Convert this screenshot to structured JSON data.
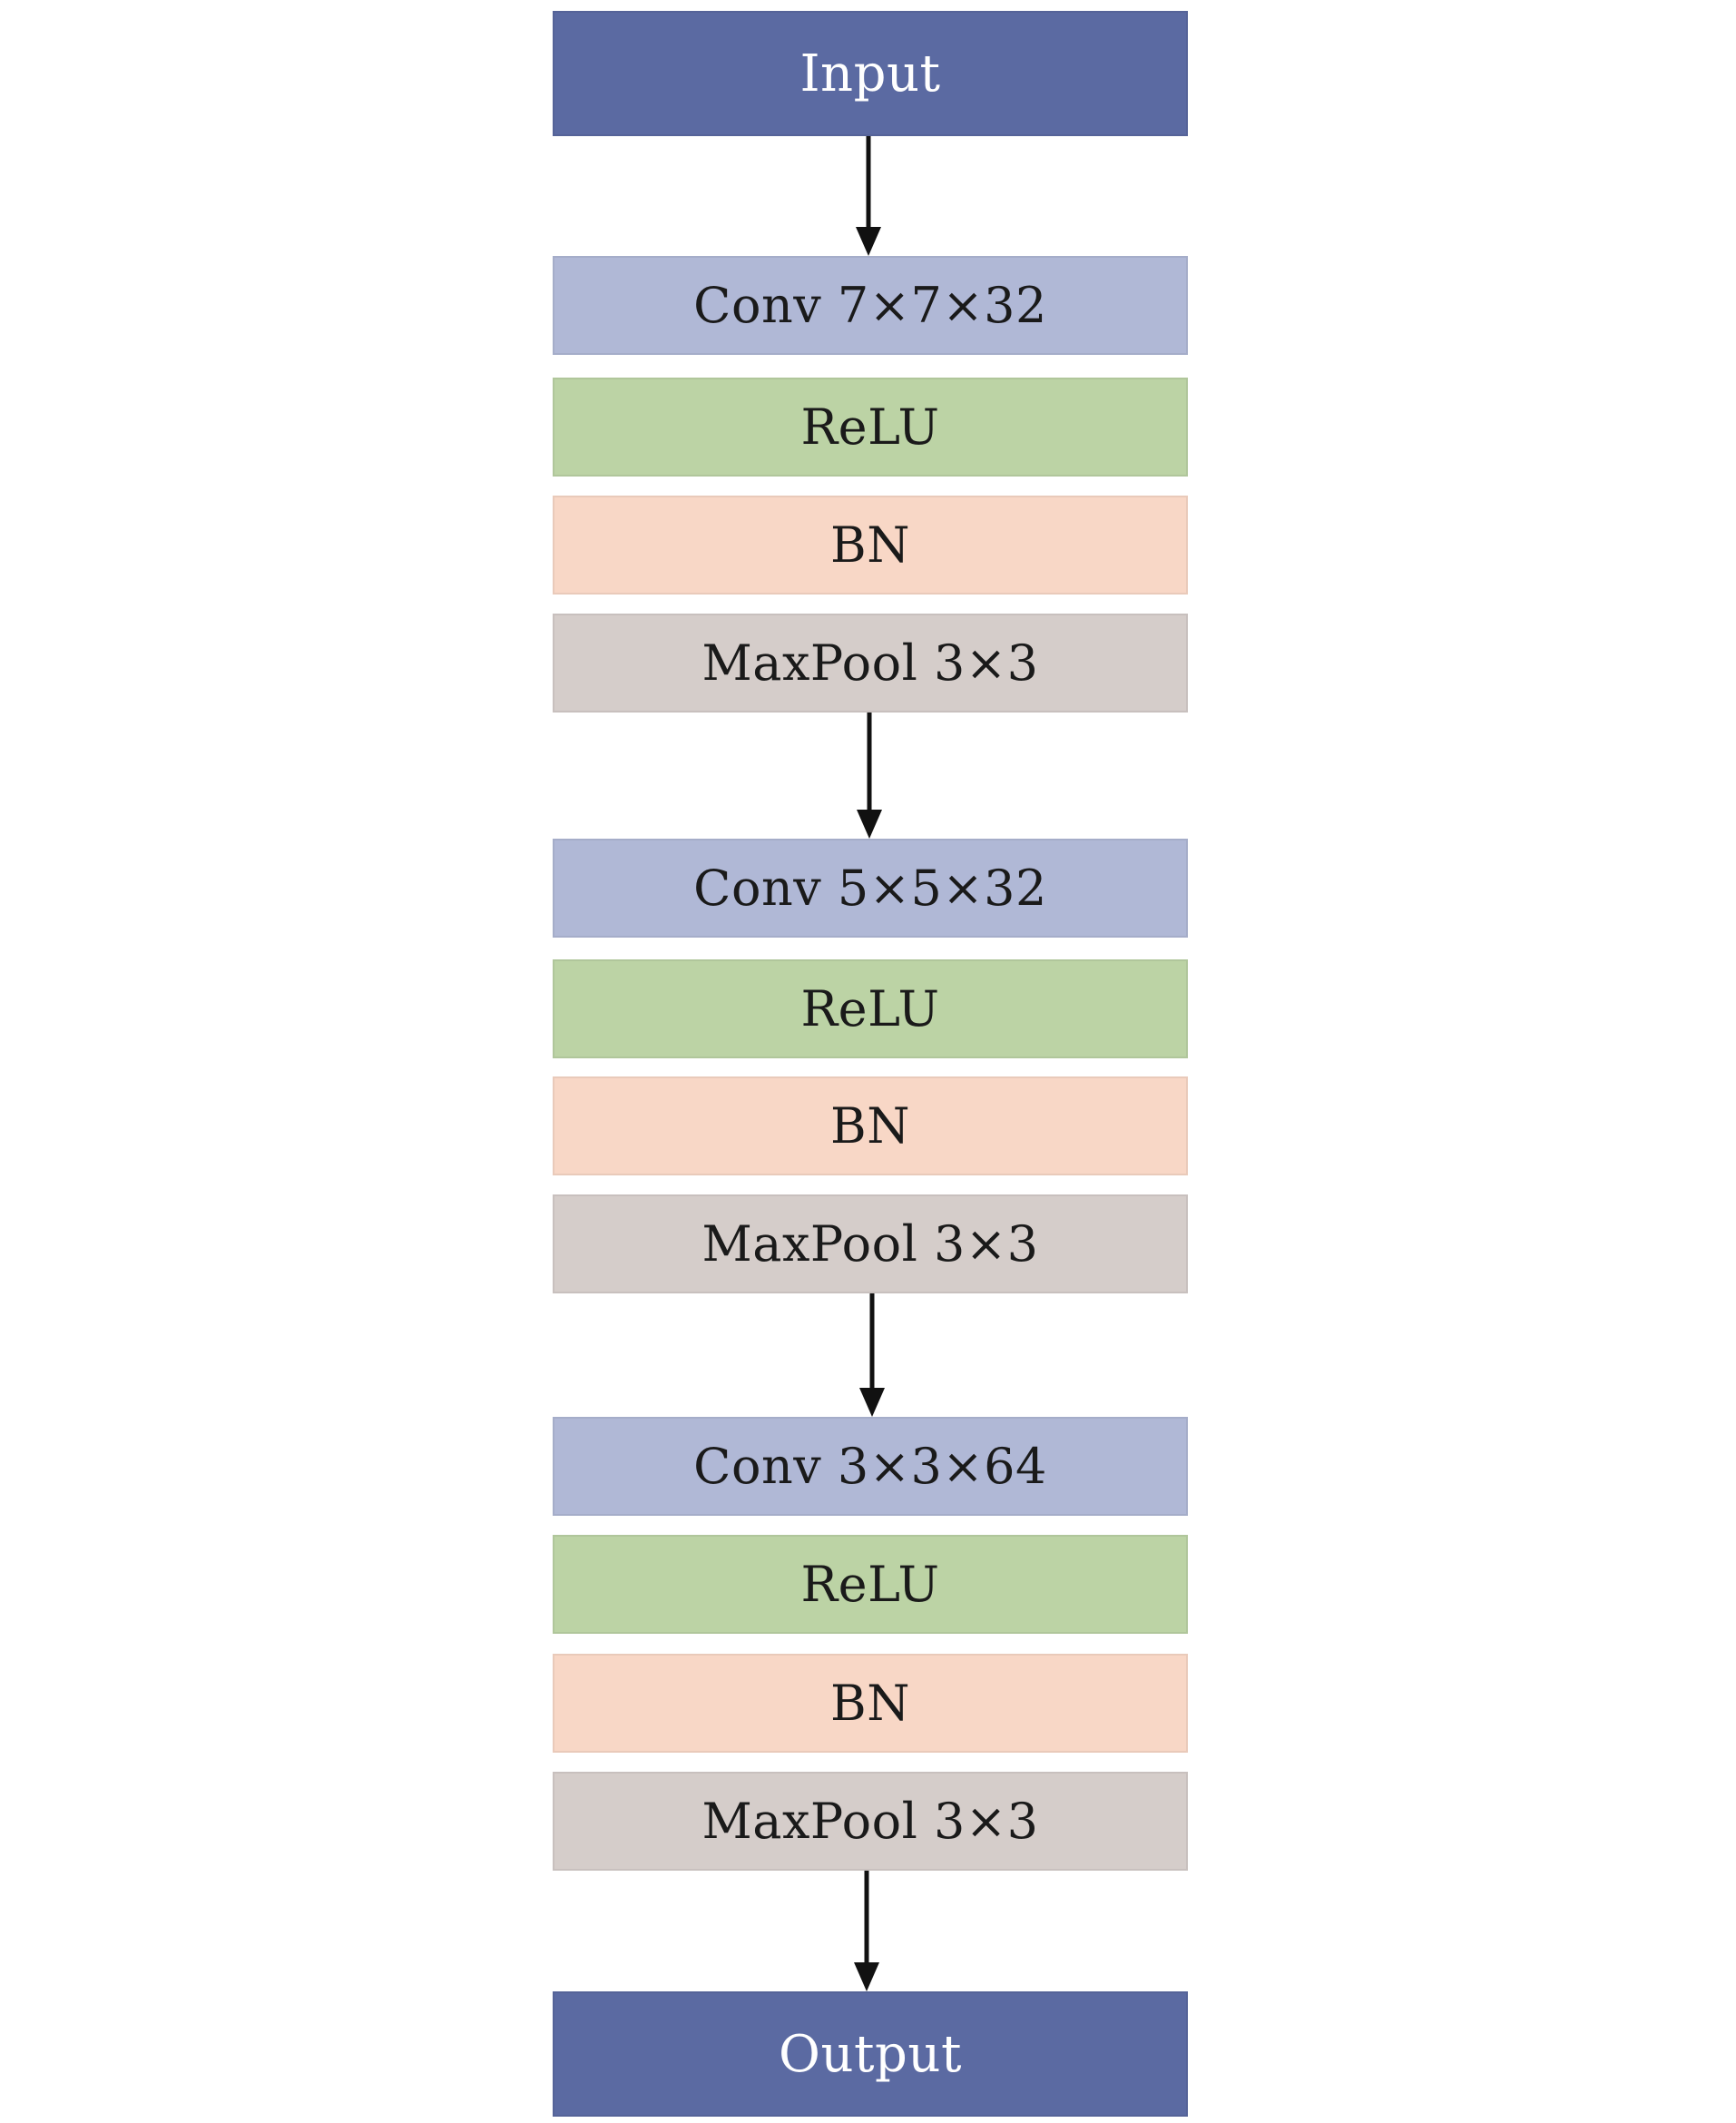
{
  "colors": {
    "io": "#5b6aa2",
    "conv": "#b0b8d6",
    "relu": "#bcd3a5",
    "bn": "#f8d7c6",
    "pool": "#d5cdca",
    "arrow": "#111111"
  },
  "nodes": {
    "input": "Input",
    "output": "Output"
  },
  "blocks": [
    {
      "conv": "Conv 7×7×32",
      "relu": "ReLU",
      "bn": "BN",
      "pool": "MaxPool 3×3"
    },
    {
      "conv": "Conv 5×5×32",
      "relu": "ReLU",
      "bn": "BN",
      "pool": "MaxPool 3×3"
    },
    {
      "conv": "Conv 3×3×64",
      "relu": "ReLU",
      "bn": "BN",
      "pool": "MaxPool 3×3"
    }
  ]
}
